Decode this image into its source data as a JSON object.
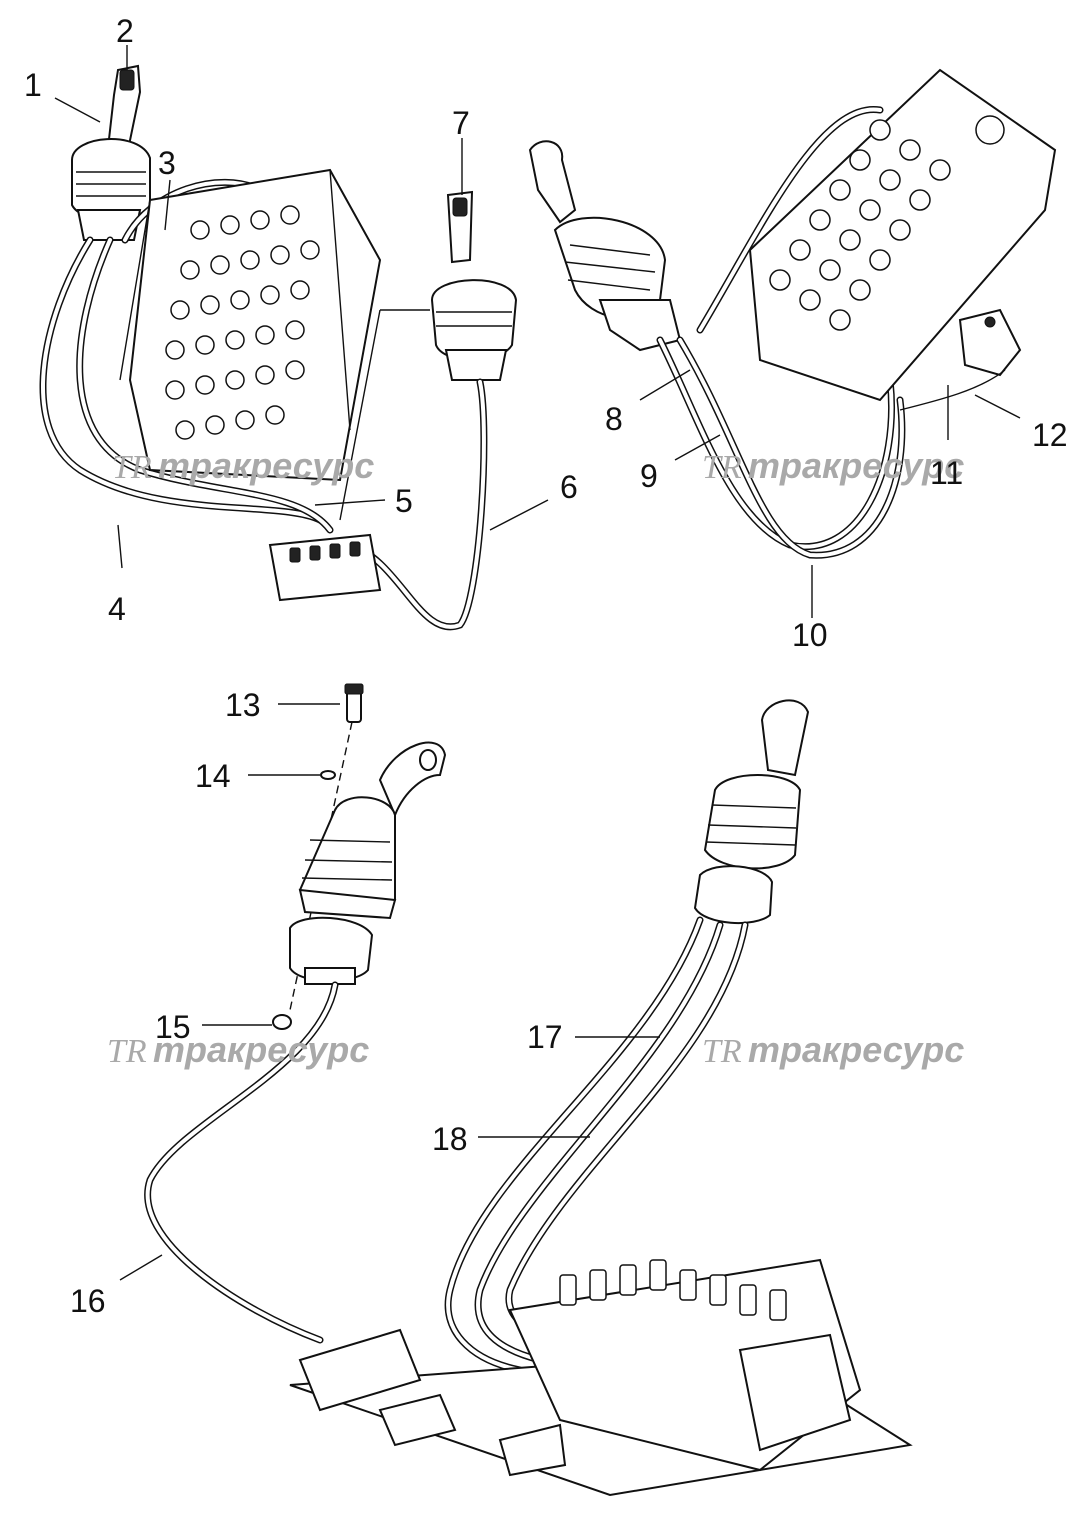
{
  "diagram": {
    "callouts": [
      "1",
      "2",
      "3",
      "4",
      "5",
      "6",
      "7",
      "8",
      "9",
      "10",
      "11",
      "12",
      "13",
      "14",
      "15",
      "16",
      "17",
      "18"
    ],
    "watermark": {
      "logo": "TR",
      "text": "тракресурс"
    }
  }
}
